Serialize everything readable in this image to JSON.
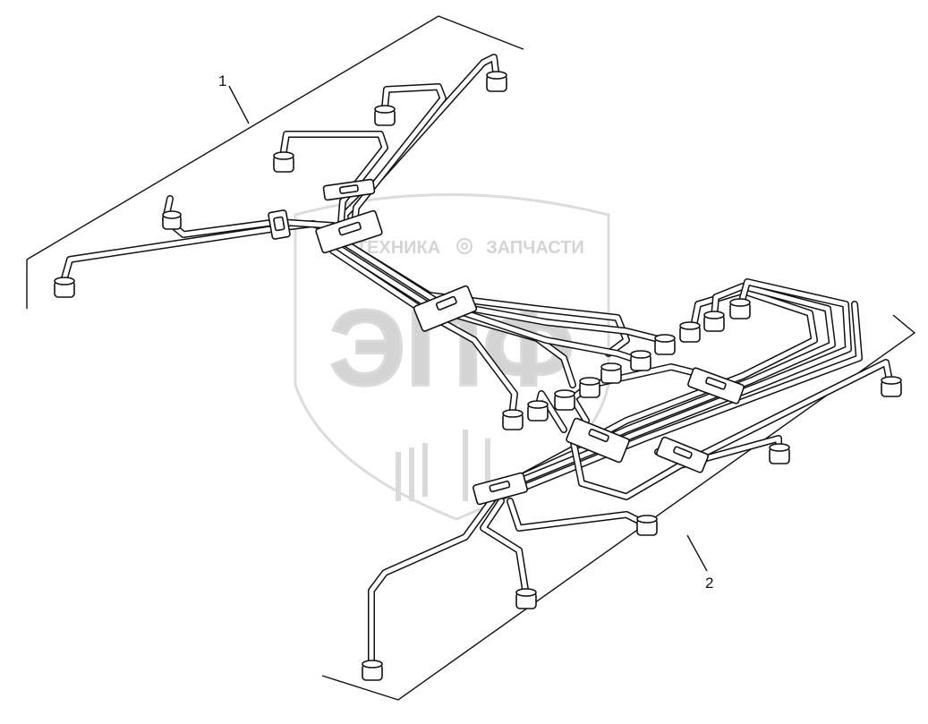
{
  "watermark": {
    "word_left": "ТЕХНИКА",
    "word_right": "ЗАПЧАСТИ",
    "monogram": "ЭПФ",
    "gear_icon": "gear-icon",
    "color": "#d6d6d6"
  },
  "callouts": [
    {
      "id": "1",
      "label": "1"
    },
    {
      "id": "2",
      "label": "2"
    }
  ],
  "colors": {
    "line": "#111111",
    "background": "#ffffff"
  }
}
